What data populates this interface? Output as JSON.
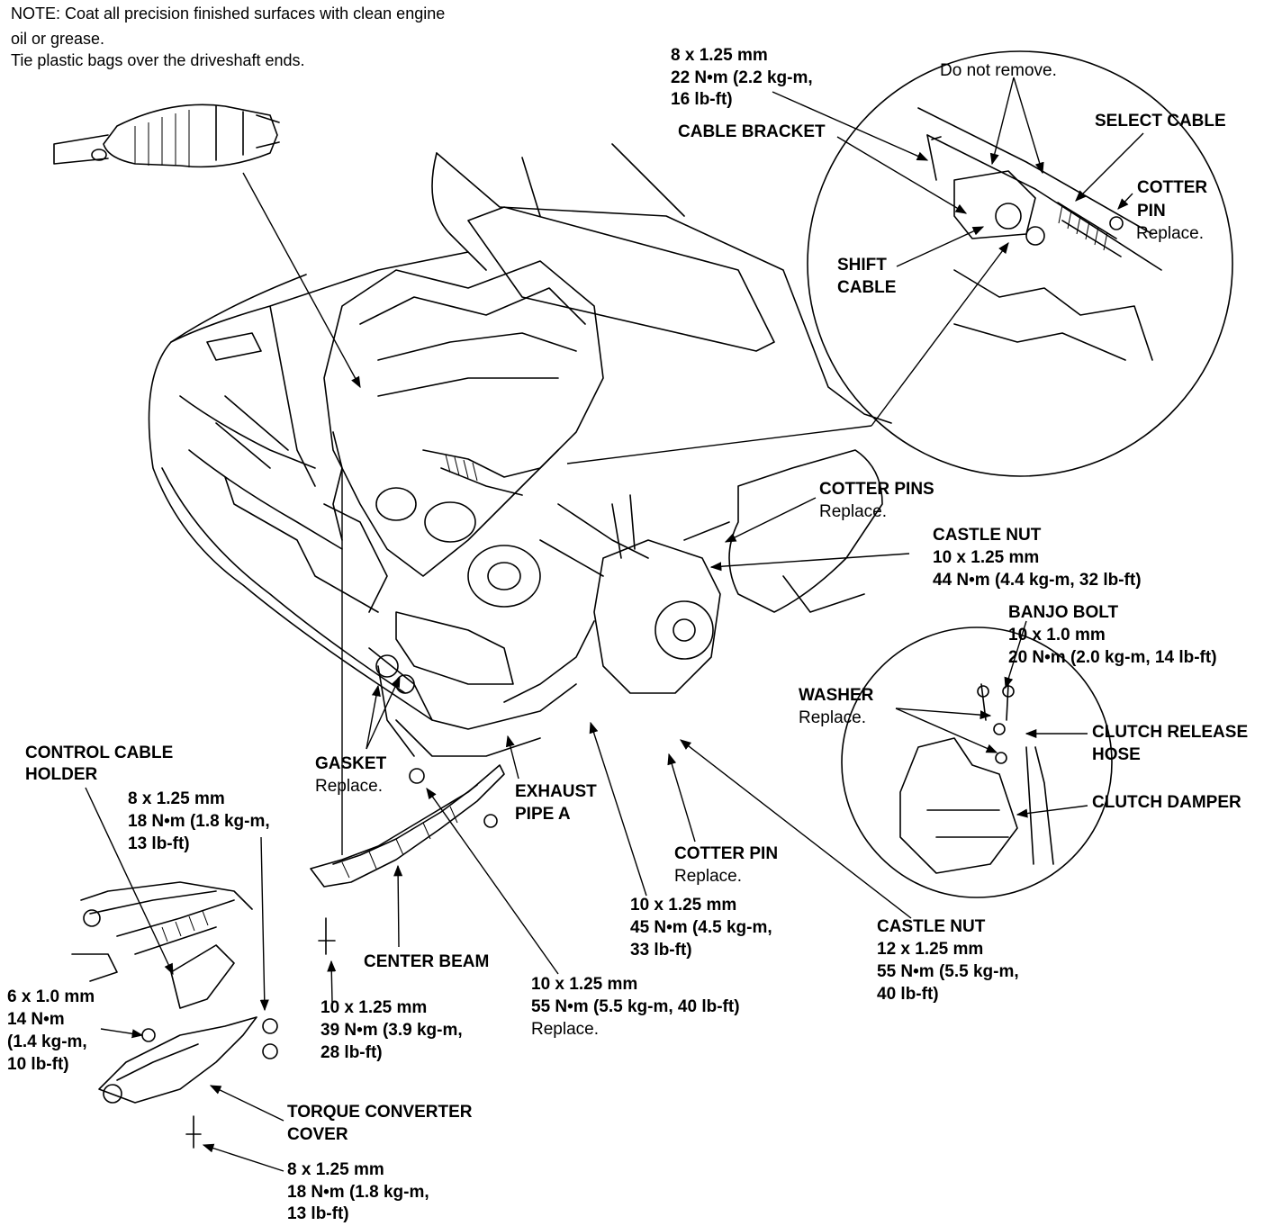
{
  "note": {
    "line1": "NOTE: Coat all precision finished surfaces with clean engine",
    "line2": "oil or grease.",
    "line3": "Tie plastic bags over the driveshaft ends."
  },
  "cable_bracket_bolt": {
    "size": "8 x 1.25 mm",
    "torque1": "22 N•m (2.2 kg-m,",
    "torque2": "16 lb-ft)"
  },
  "do_not_remove": "Do not remove.",
  "cable_bracket": "CABLE BRACKET",
  "select_cable": "SELECT CABLE",
  "cotter_pin_top": {
    "label1": "COTTER",
    "label2": "PIN",
    "note": "Replace."
  },
  "shift_cable": {
    "line1": "SHIFT",
    "line2": "CABLE"
  },
  "cotter_pins": {
    "label": "COTTER PINS",
    "note": "Replace."
  },
  "castle_nut_upper": {
    "label": "CASTLE NUT",
    "size": "10 x 1.25 mm",
    "torque": "44 N•m (4.4 kg-m, 32 lb-ft)"
  },
  "banjo_bolt": {
    "label": "BANJO BOLT",
    "size": "10 x 1.0 mm",
    "torque": "20 N•m (2.0 kg-m, 14 lb-ft)"
  },
  "washer": {
    "label": "WASHER",
    "note": "Replace."
  },
  "clutch_release_hose": {
    "line1": "CLUTCH RELEASE",
    "line2": "HOSE"
  },
  "clutch_damper": "CLUTCH DAMPER",
  "control_cable_holder": {
    "line1": "CONTROL CABLE",
    "line2": "HOLDER"
  },
  "holder_bolt": {
    "size": "8 x 1.25 mm",
    "torque1": "18 N•m (1.8 kg-m,",
    "torque2": "13 lb-ft)"
  },
  "small_bolt": {
    "size": "6 x 1.0 mm",
    "torque1": "14 N•m",
    "torque2": "(1.4 kg-m,",
    "torque3": "10 lb-ft)"
  },
  "gasket": {
    "label": "GASKET",
    "note": "Replace."
  },
  "exhaust_pipe_a": {
    "line1": "EXHAUST",
    "line2": "PIPE A"
  },
  "center_beam": "CENTER BEAM",
  "beam_bolt": {
    "size": "10 x 1.25 mm",
    "torque1": "39 N•m (3.9 kg-m,",
    "torque2": "28 lb-ft)"
  },
  "exhaust_nut": {
    "size": "10 x 1.25 mm",
    "torque": "55 N•m (5.5 kg-m, 40 lb-ft)",
    "note": "Replace."
  },
  "cotter_pin_lower": {
    "label": "COTTER PIN",
    "note": "Replace."
  },
  "mid_bolt": {
    "size": "10 x 1.25 mm",
    "torque1": "45 N•m (4.5 kg-m,",
    "torque2": "33 lb-ft)"
  },
  "castle_nut_lower": {
    "label": "CASTLE NUT",
    "size": "12 x 1.25 mm",
    "torque1": "55 N•m (5.5 kg-m,",
    "torque2": "40 lb-ft)"
  },
  "torque_converter_cover": {
    "line1": "TORQUE CONVERTER",
    "line2": "COVER"
  },
  "cover_bolt": {
    "size": "8 x 1.25 mm",
    "torque1": "18 N•m (1.8 kg-m,",
    "torque2": "13 lb-ft)"
  }
}
